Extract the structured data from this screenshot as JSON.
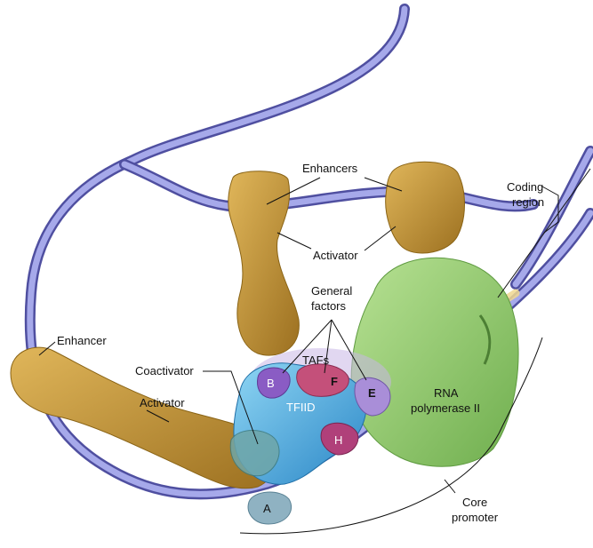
{
  "labels": {
    "enhancers": "Enhancers",
    "activator_top": "Activator",
    "coding_line1": "Coding",
    "coding_line2": "region",
    "general_line1": "General",
    "general_line2": "factors",
    "enhancer": "Enhancer",
    "coactivator": "Coactivator",
    "activator_left": "Activator",
    "tafs": "TAFs",
    "f": "F",
    "b": "B",
    "e": "E",
    "tfiid": "TFIID",
    "h": "H",
    "a": "A",
    "rna_line1": "RNA",
    "rna_line2": "polymerase II",
    "core_line1": "Core",
    "core_line2": "promoter"
  },
  "colors": {
    "dna": "#8c8fd8",
    "dna_dark": "#4f4fa0",
    "enhancer_band": "#e8856b",
    "activator": "#b98a2c",
    "activator_light": "#d8ad4e",
    "polymerase": "#8fcb6a",
    "polymerase_light": "#b6e08f",
    "tfiid": "#3a9fd8",
    "tfiid_light": "#7cc8ee",
    "b": "#8a5cc4",
    "f": "#c4507a",
    "e": "#a98ed8",
    "h": "#b0407a",
    "a": "#7fa6b8",
    "taf_halo": "#c8b6e6",
    "coding_core": "#f0d890"
  }
}
